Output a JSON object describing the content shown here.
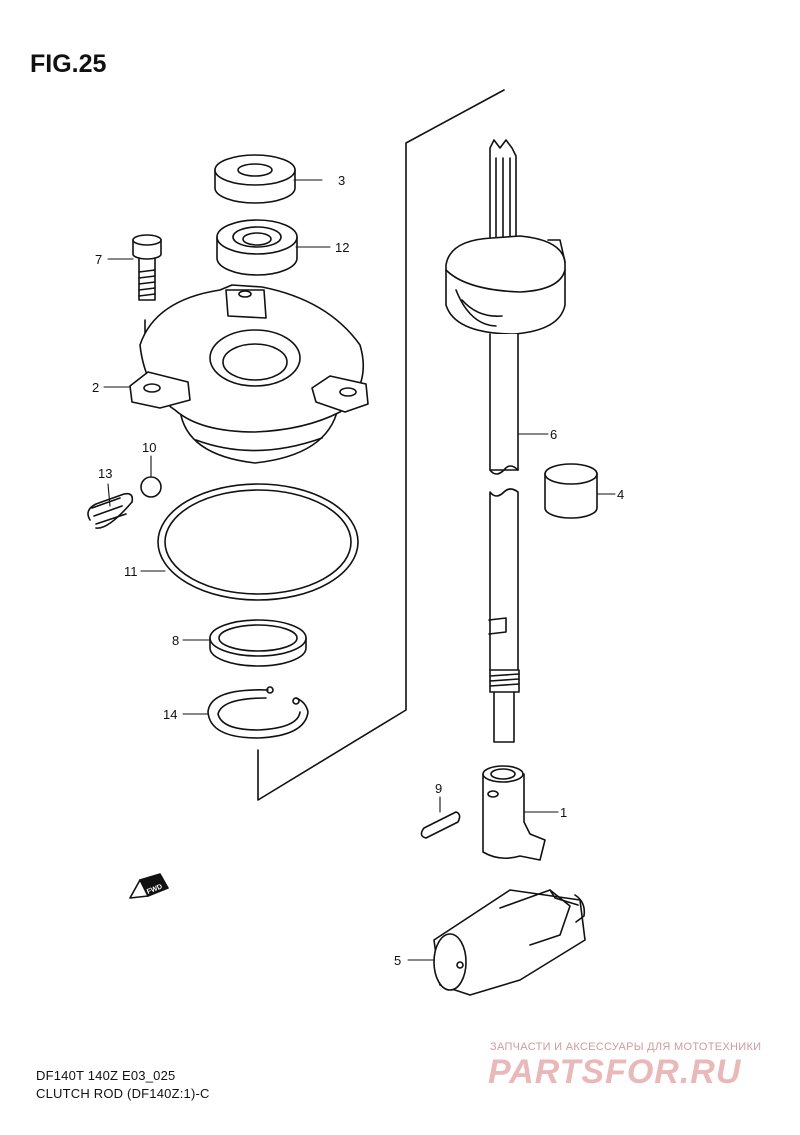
{
  "figure": {
    "title": "FIG.25"
  },
  "callouts": {
    "c1": "1",
    "c2": "2",
    "c3": "3",
    "c4": "4",
    "c5": "5",
    "c6": "6",
    "c7": "7",
    "c8": "8",
    "c9": "9",
    "c10": "10",
    "c11": "11",
    "c12": "12",
    "c13": "13",
    "c14": "14"
  },
  "direction_badge": "FWD",
  "footer": {
    "model_line": "DF140T 140Z E03_025",
    "part_line": "CLUTCH ROD (DF140Z:1)-C"
  },
  "watermark": {
    "tagline": "ЗАПЧАСТИ И АКСЕССУАРЫ ДЛЯ МОТОТЕХНИКИ",
    "brand": "PARTSFOR.RU"
  }
}
